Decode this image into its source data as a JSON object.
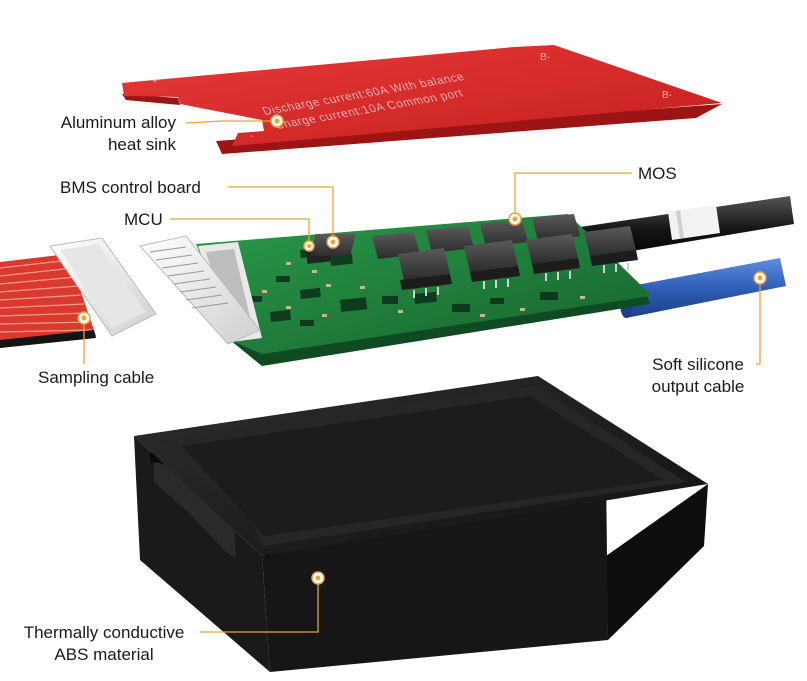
{
  "heat_sink": {
    "print_line1": "Discharge current:60A  With balance",
    "print_line2": "Charge current:10A   Common port",
    "mark_b_plus": "+",
    "mark_b_minus_top": "B-",
    "mark_b_minus_right": "B-",
    "mark_minus": "-"
  },
  "callouts": {
    "heat_sink": [
      "Aluminum alloy",
      "heat sink"
    ],
    "bms_board": "BMS control board",
    "mcu": "MCU",
    "mos": "MOS",
    "sampling_cable": "Sampling cable",
    "output_cable": [
      "Soft silicone",
      "output cable"
    ],
    "abs_case": [
      "Thermally conductive",
      "ABS material"
    ]
  },
  "colors": {
    "heat_sink_red": "#d42a2a",
    "pcb_green": "#1f7a3a",
    "mosfet_gray": "#3b3b3b",
    "case_black": "#1b1b1b",
    "leader_orange": "#e8a33a",
    "cable_blue": "#2f5fb8",
    "cable_black": "#111111"
  }
}
